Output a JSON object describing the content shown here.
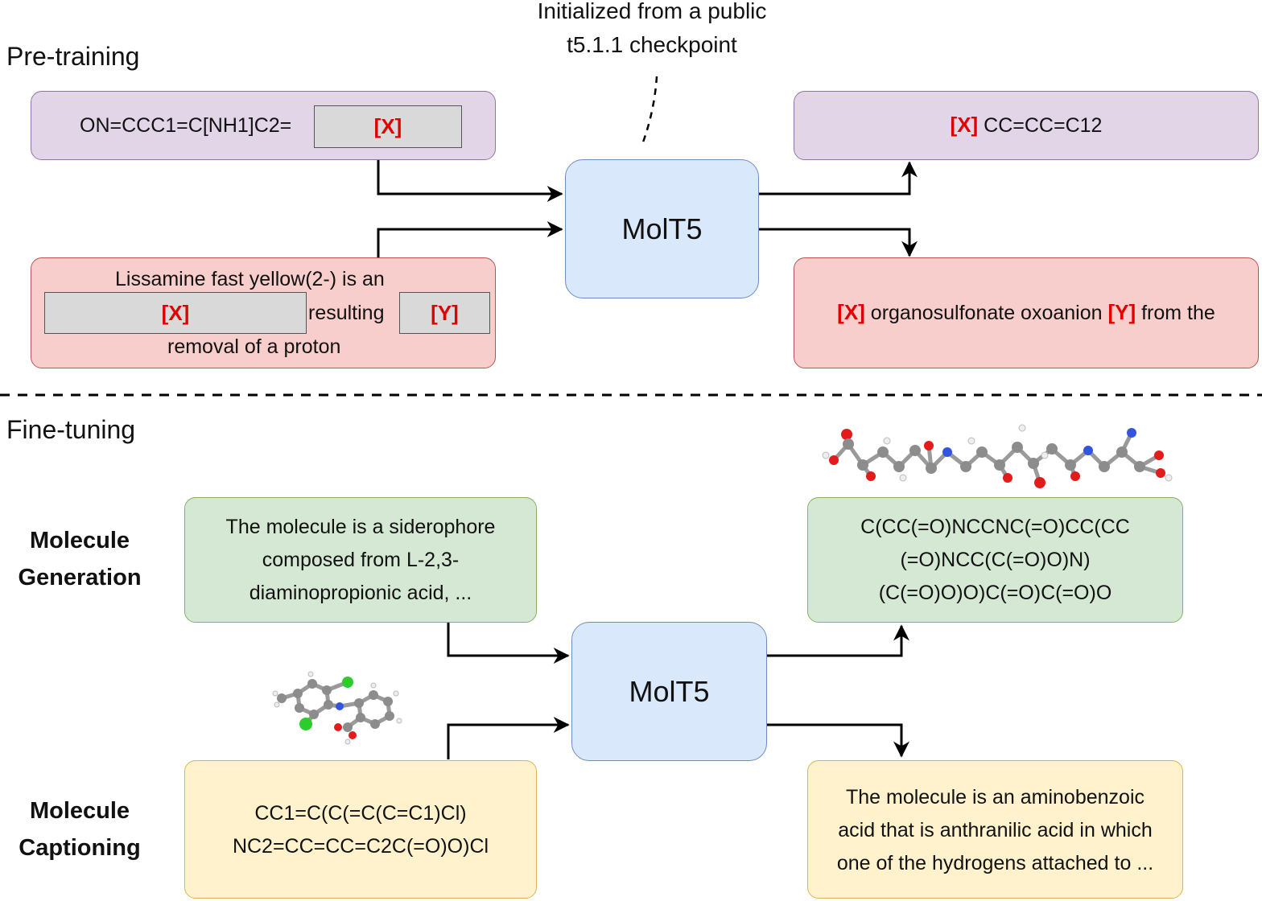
{
  "sections": {
    "pretraining": "Pre-training",
    "finetuning": "Fine-tuning"
  },
  "init_note": {
    "line1": "Initialized from a public",
    "line2": "t5.1.1 checkpoint"
  },
  "model_label": "MolT5",
  "pretraining": {
    "smiles_input": {
      "prefix": "ON=CCC1=C[NH1]C2=",
      "mask": "[X]"
    },
    "text_input": {
      "line1": "Lissamine fast yellow(2-) is an",
      "mask_x": "[X]",
      "mid": "resulting",
      "mask_y": "[Y]",
      "line3": "removal of a proton"
    },
    "smiles_output": {
      "token": "[X]",
      "text": "CC=CC=C12"
    },
    "text_output": {
      "token_x": "[X]",
      "mid": "organosulfonate oxoanion",
      "token_y": "[Y]",
      "tail": "from the"
    }
  },
  "finetuning": {
    "generation": {
      "label_line1": "Molecule",
      "label_line2": "Generation",
      "input_lines": [
        "The molecule is a siderophore",
        "composed from L-2,3-",
        "diaminopropionic acid, ..."
      ],
      "output_lines": [
        "C(CC(=O)NCCNC(=O)CC(CC",
        "(=O)NCC(C(=O)O)N)",
        "(C(=O)O)O)C(=O)C(=O)O"
      ]
    },
    "captioning": {
      "label_line1": "Molecule",
      "label_line2": "Captioning",
      "input_lines": [
        "CC1=C(C(=C(C=C1)Cl)",
        "NC2=CC=CC=C2C(=O)O)Cl"
      ],
      "output_lines": [
        "The molecule is an aminobenzoic",
        "acid that is anthranilic acid in which",
        "one of the hydrogens attached to ..."
      ]
    }
  },
  "colors": {
    "mask_token": "#e00000",
    "purple_fill": "#e1d5e7",
    "red_fill": "#f8cecc",
    "green_fill": "#d5e8d4",
    "yellow_fill": "#fff2cc",
    "model_fill": "#dae8fc"
  }
}
